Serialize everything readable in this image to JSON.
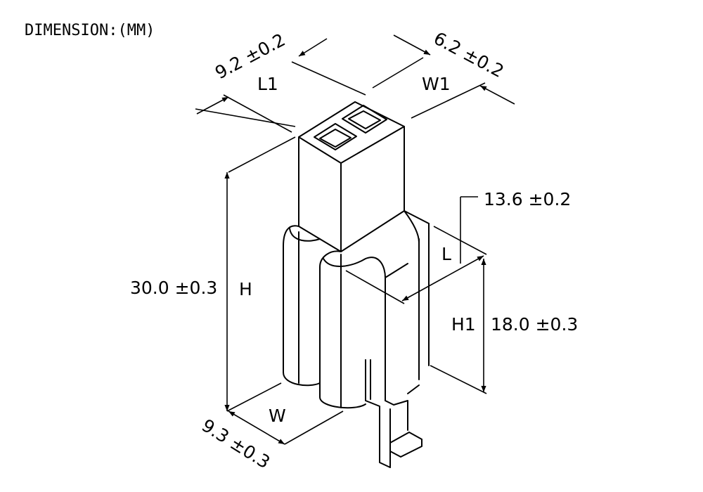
{
  "title": "DIMENSION:(MM)",
  "labels": {
    "L1": "L1",
    "W1": "W1",
    "L": "L",
    "H": "H",
    "H1": "H1",
    "W": "W"
  },
  "dimensions": {
    "L1": "9.2 ±0.2",
    "W1": "6.2 ±0.2",
    "L": "13.6 ±0.2",
    "H": "30.0 ±0.3",
    "H1": "18.0 ±0.3",
    "W": "9.3 ±0.3"
  }
}
